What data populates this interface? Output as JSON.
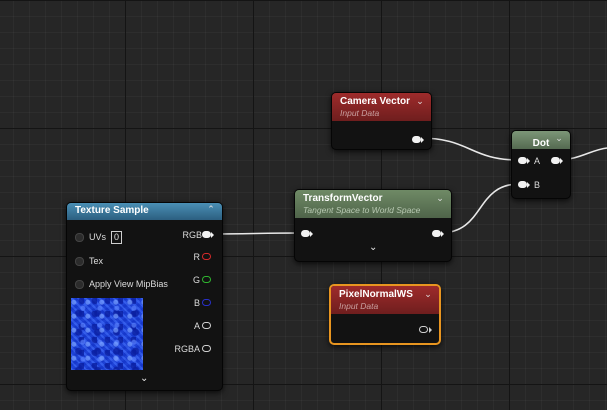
{
  "nodes": {
    "camera_vector": {
      "title": "Camera Vector",
      "subtitle": "Input Data",
      "header_color": "#9e2b2b"
    },
    "dot": {
      "title": "Dot",
      "inputs": [
        "A",
        "B"
      ]
    },
    "transform_vector": {
      "title": "TransformVector",
      "subtitle": "Tangent Space to World Space",
      "header_color": "#6f8a66"
    },
    "texture_sample": {
      "title": "Texture Sample",
      "header_color": "#4a8fb5",
      "inputs": {
        "uvs": "UVs",
        "uvs_value": "0",
        "tex": "Tex",
        "mip": "Apply View MipBias"
      },
      "outputs": {
        "rgb": "RGB",
        "r": "R",
        "g": "G",
        "b": "B",
        "a": "A",
        "rgba": "RGBA"
      },
      "pin_colors": {
        "r": "#d42a2a",
        "g": "#2fb52f",
        "b": "#2830c8"
      }
    },
    "pixel_normal_ws": {
      "title": "PixelNormalWS",
      "subtitle": "Input Data",
      "selection_color": "#e89520"
    }
  },
  "icons": {
    "collapse": "chevron-up-icon",
    "expand": "chevron-down-icon"
  },
  "graph": {
    "grid_color": "#262626",
    "wire_color": "#f0f0f0"
  }
}
